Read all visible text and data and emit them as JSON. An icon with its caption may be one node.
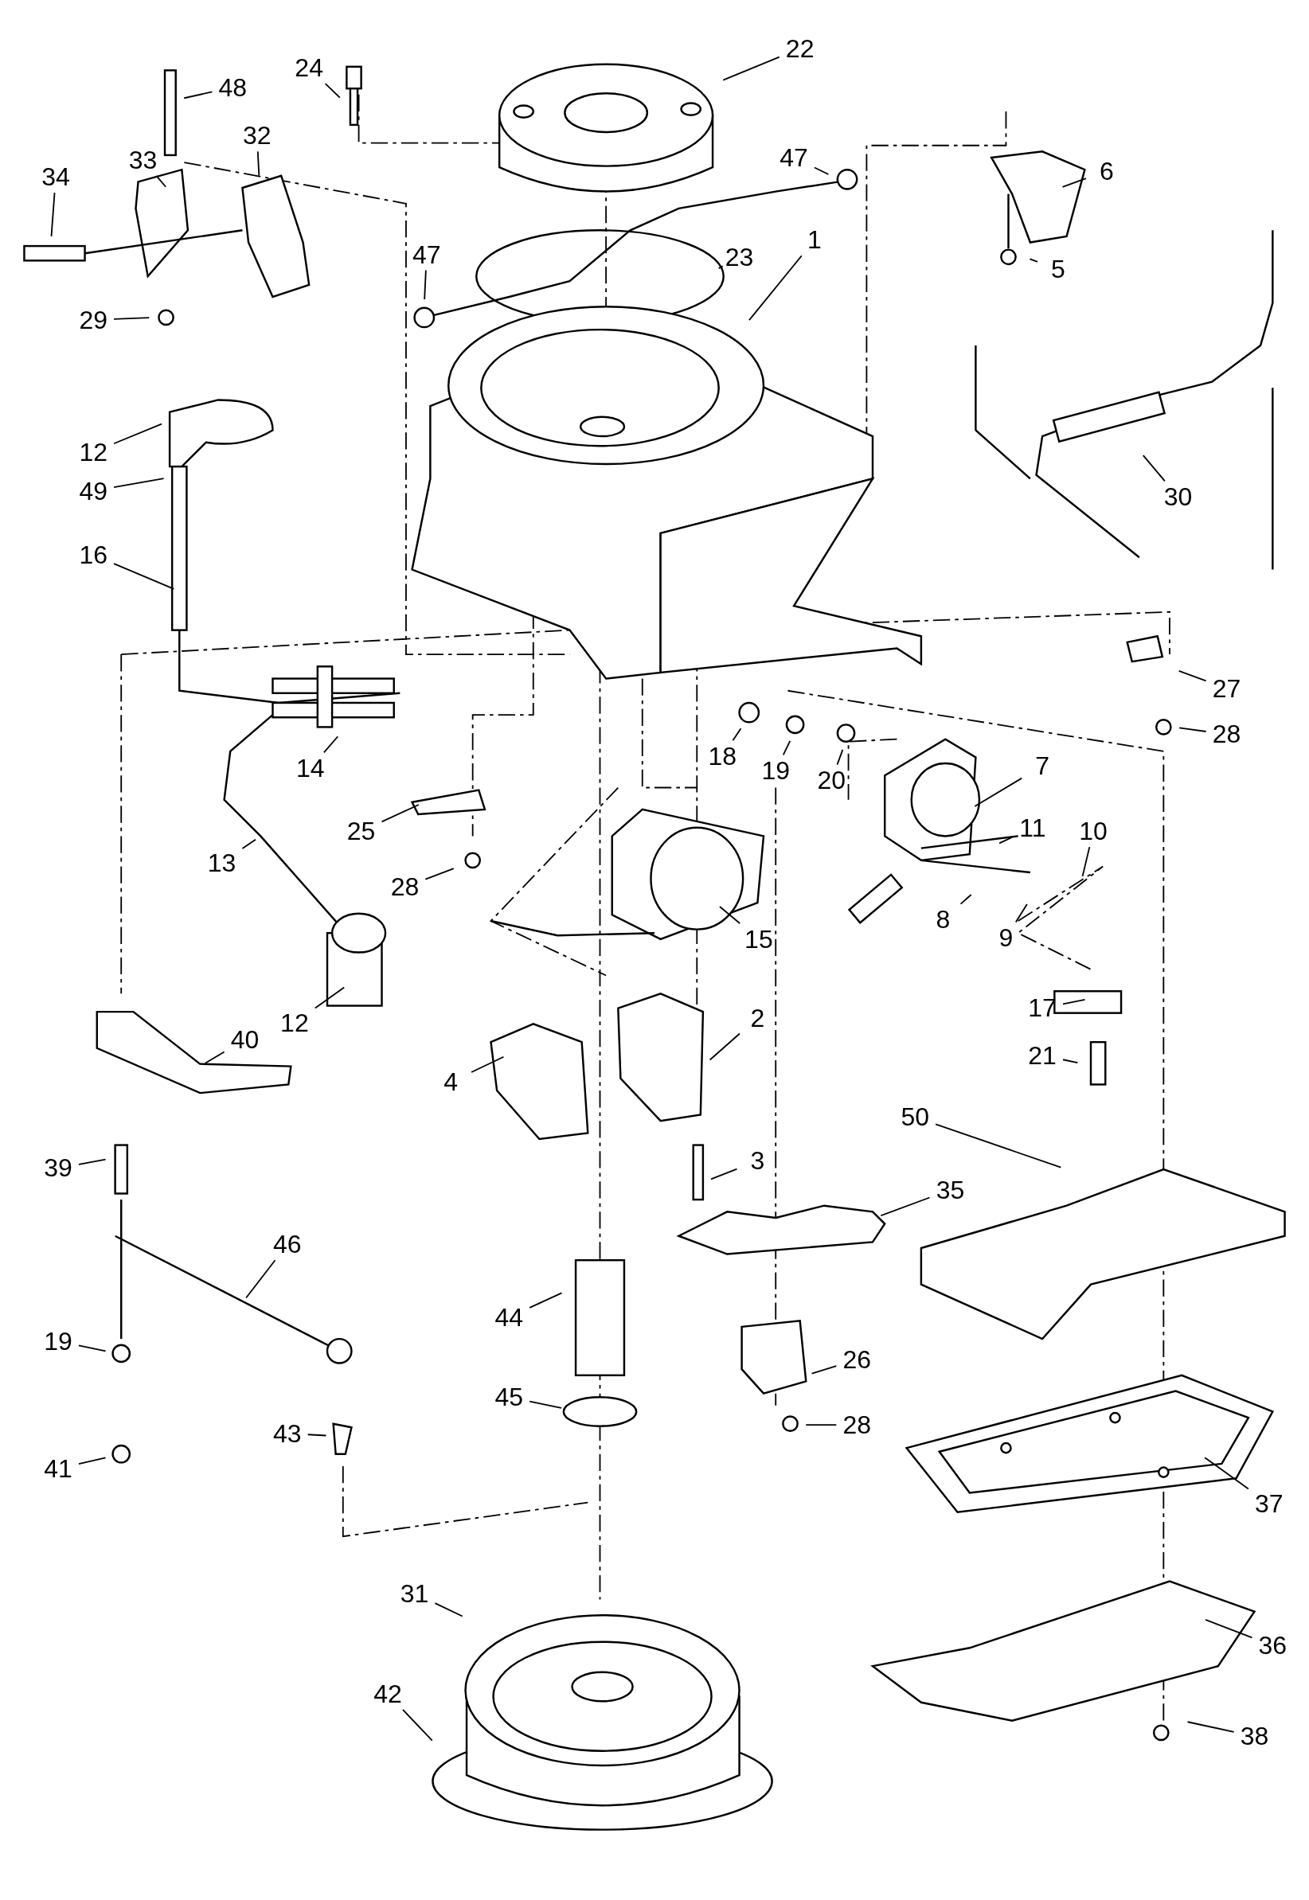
{
  "diagram": {
    "nodes": [
      {
        "text": [
          "22"
        ]
      },
      {
        "text": [
          "24"
        ]
      },
      {
        "text": [
          "48"
        ]
      },
      {
        "text": [
          "32"
        ]
      },
      {
        "text": [
          "33"
        ]
      },
      {
        "text": [
          "34"
        ]
      },
      {
        "text": [
          "47"
        ]
      },
      {
        "text": [
          "6"
        ]
      },
      {
        "text": [
          "1"
        ]
      },
      {
        "text": [
          "47"
        ]
      },
      {
        "text": [
          "23"
        ]
      },
      {
        "text": [
          "5"
        ]
      },
      {
        "text": [
          "29"
        ]
      },
      {
        "text": [
          "12"
        ]
      },
      {
        "text": [
          "49"
        ]
      },
      {
        "text": [
          "30"
        ]
      },
      {
        "text": [
          "16"
        ]
      },
      {
        "text": [
          "27"
        ]
      },
      {
        "text": [
          "28"
        ]
      },
      {
        "text": [
          "18"
        ]
      },
      {
        "text": [
          "19"
        ]
      },
      {
        "text": [
          "20"
        ]
      },
      {
        "text": [
          "14"
        ]
      },
      {
        "text": [
          "7"
        ]
      },
      {
        "text": [
          "25"
        ]
      },
      {
        "text": [
          "11"
        ]
      },
      {
        "text": [
          "10"
        ]
      },
      {
        "text": [
          "13"
        ]
      },
      {
        "text": [
          "28"
        ]
      },
      {
        "text": [
          "8"
        ]
      },
      {
        "text": [
          "15"
        ]
      },
      {
        "text": [
          "9"
        ]
      },
      {
        "text": [
          "17"
        ]
      },
      {
        "text": [
          "2"
        ]
      },
      {
        "text": [
          "12"
        ]
      },
      {
        "text": [
          "40"
        ]
      },
      {
        "text": [
          "21"
        ]
      },
      {
        "text": [
          "4"
        ]
      },
      {
        "text": [
          "50"
        ]
      },
      {
        "text": [
          "3"
        ]
      },
      {
        "text": [
          "39"
        ]
      },
      {
        "text": [
          "35"
        ]
      },
      {
        "text": [
          "46"
        ]
      },
      {
        "text": [
          "44"
        ]
      },
      {
        "text": [
          "19"
        ]
      },
      {
        "text": [
          "26"
        ]
      },
      {
        "text": [
          "45"
        ]
      },
      {
        "text": [
          "28"
        ]
      },
      {
        "text": [
          "43"
        ]
      },
      {
        "text": [
          "41"
        ]
      },
      {
        "text": [
          "37"
        ]
      },
      {
        "text": [
          "31"
        ]
      },
      {
        "text": [
          "36"
        ]
      },
      {
        "text": [
          "42"
        ]
      },
      {
        "text": [
          "38"
        ]
      }
    ],
    "edges": [
      {
        "from": 0,
        "to": null,
        "arrow": "none"
      },
      {
        "from": 1,
        "to": null,
        "arrow": "none"
      },
      {
        "from": 2,
        "to": null,
        "arrow": "none"
      },
      {
        "from": 3,
        "to": null,
        "arrow": "none"
      },
      {
        "from": 4,
        "to": null,
        "arrow": "none"
      },
      {
        "from": 5,
        "to": null,
        "arrow": "none"
      },
      {
        "from": 6,
        "to": null,
        "arrow": "none"
      },
      {
        "from": 7,
        "to": null,
        "arrow": "none"
      },
      {
        "from": 8,
        "to": null,
        "arrow": "none"
      },
      {
        "from": 9,
        "to": null,
        "arrow": "none"
      },
      {
        "from": 10,
        "to": null,
        "arrow": "none"
      },
      {
        "from": 11,
        "to": null,
        "arrow": "none"
      },
      {
        "from": 12,
        "to": null,
        "arrow": "none"
      },
      {
        "from": 13,
        "to": null,
        "arrow": "none"
      },
      {
        "from": 14,
        "to": null,
        "arrow": "none"
      },
      {
        "from": 15,
        "to": null,
        "arrow": "none"
      },
      {
        "from": 16,
        "to": null,
        "arrow": "none"
      },
      {
        "from": 17,
        "to": null,
        "arrow": "none"
      },
      {
        "from": 18,
        "to": null,
        "arrow": "none"
      },
      {
        "from": 19,
        "to": null,
        "arrow": "none"
      },
      {
        "from": 20,
        "to": null,
        "arrow": "none"
      },
      {
        "from": 21,
        "to": null,
        "arrow": "none"
      },
      {
        "from": 22,
        "to": null,
        "arrow": "none"
      },
      {
        "from": 23,
        "to": null,
        "arrow": "none"
      },
      {
        "from": 24,
        "to": null,
        "arrow": "none"
      },
      {
        "from": 25,
        "to": null,
        "arrow": "none"
      },
      {
        "from": 26,
        "to": null,
        "arrow": "none"
      },
      {
        "from": 27,
        "to": null,
        "arrow": "none"
      },
      {
        "from": 28,
        "to": null,
        "arrow": "none"
      },
      {
        "from": 29,
        "to": null,
        "arrow": "none"
      },
      {
        "from": 30,
        "to": null,
        "arrow": "none"
      },
      {
        "from": 31,
        "to": null,
        "arrow": "none"
      },
      {
        "from": 32,
        "to": null,
        "arrow": "none"
      },
      {
        "from": 33,
        "to": null,
        "arrow": "none"
      },
      {
        "from": 34,
        "to": null,
        "arrow": "none"
      },
      {
        "from": 35,
        "to": null,
        "arrow": "none"
      },
      {
        "from": 36,
        "to": null,
        "arrow": "none"
      },
      {
        "from": 37,
        "to": null,
        "arrow": "none"
      },
      {
        "from": 38,
        "to": null,
        "arrow": "none"
      },
      {
        "from": 39,
        "to": null,
        "arrow": "none"
      },
      {
        "from": 40,
        "to": null,
        "arrow": "none"
      },
      {
        "from": 41,
        "to": null,
        "arrow": "none"
      },
      {
        "from": 42,
        "to": null,
        "arrow": "none"
      },
      {
        "from": 43,
        "to": null,
        "arrow": "none"
      },
      {
        "from": 44,
        "to": null,
        "arrow": "none"
      },
      {
        "from": 45,
        "to": null,
        "arrow": "none"
      },
      {
        "from": 46,
        "to": null,
        "arrow": "none"
      },
      {
        "from": 47,
        "to": null,
        "arrow": "none"
      },
      {
        "from": 48,
        "to": null,
        "arrow": "none"
      },
      {
        "from": 49,
        "to": null,
        "arrow": "none"
      },
      {
        "from": 50,
        "to": null,
        "arrow": "none"
      },
      {
        "from": 51,
        "to": null,
        "arrow": "none"
      },
      {
        "from": 52,
        "to": null,
        "arrow": "none"
      },
      {
        "from": 53,
        "to": null,
        "arrow": "none"
      },
      {
        "from": 54,
        "to": null,
        "arrow": "none"
      }
    ]
  }
}
